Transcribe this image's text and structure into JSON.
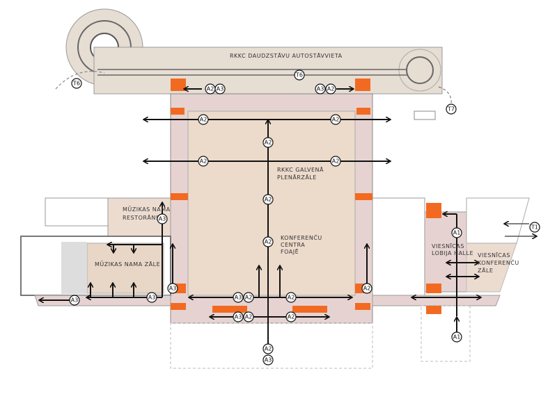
{
  "colors": {
    "parking": "#e6ddd3",
    "building": "#e6d3d1",
    "hall": "#ecdacb",
    "core": "#f26a22",
    "route": "#111111",
    "wing": "#ecdcd0"
  },
  "labels": {
    "parking": "RKKC DAUDZSTĀVU AUTOSTĀVVIETA",
    "plenary": [
      "RKKC GALVENĀ",
      "PLENĀRZĀLE"
    ],
    "foyer": [
      "KONFERENČU",
      "CENTRA",
      "FOAJĒ"
    ],
    "restaurant": [
      "MŪZIKAS NAMA",
      "RESTORĀNS"
    ],
    "music_hall": "MŪZIKAS NAMA ZĀLE",
    "hotel_lobby": [
      "VIESNĪCAS",
      "LOBIJA HALLE"
    ],
    "hotel_conf": [
      "VIESNĪCAS",
      "KONFERENČU",
      "ZĀLE"
    ]
  },
  "badges": {
    "a1": "A1",
    "a2": "A2",
    "a3": "A3",
    "t1": "T1",
    "t6": "T6",
    "t7": "T7"
  }
}
